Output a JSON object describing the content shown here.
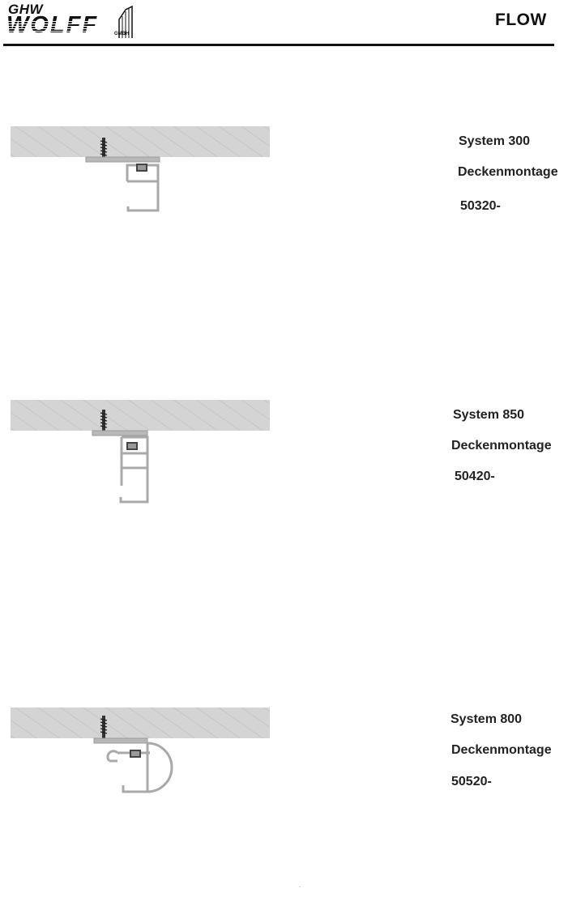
{
  "header": {
    "logo_top": "GHW",
    "logo_main": "WOLFF",
    "logo_suffix": "GMBH",
    "brand": "FLOW"
  },
  "systems": [
    {
      "name": "System 300",
      "mount": "Deckenmontage",
      "code": "50320-"
    },
    {
      "name": "System 850",
      "mount": "Deckenmontage",
      "code": "50420-"
    },
    {
      "name": "System 800",
      "mount": "Deckenmontage",
      "code": "50520-"
    }
  ],
  "footer": {
    "mark": "."
  },
  "colors": {
    "ceiling": "#d4d4d4",
    "profile": "#a9a9a9",
    "screw": "#333333",
    "rule": "#111111"
  }
}
